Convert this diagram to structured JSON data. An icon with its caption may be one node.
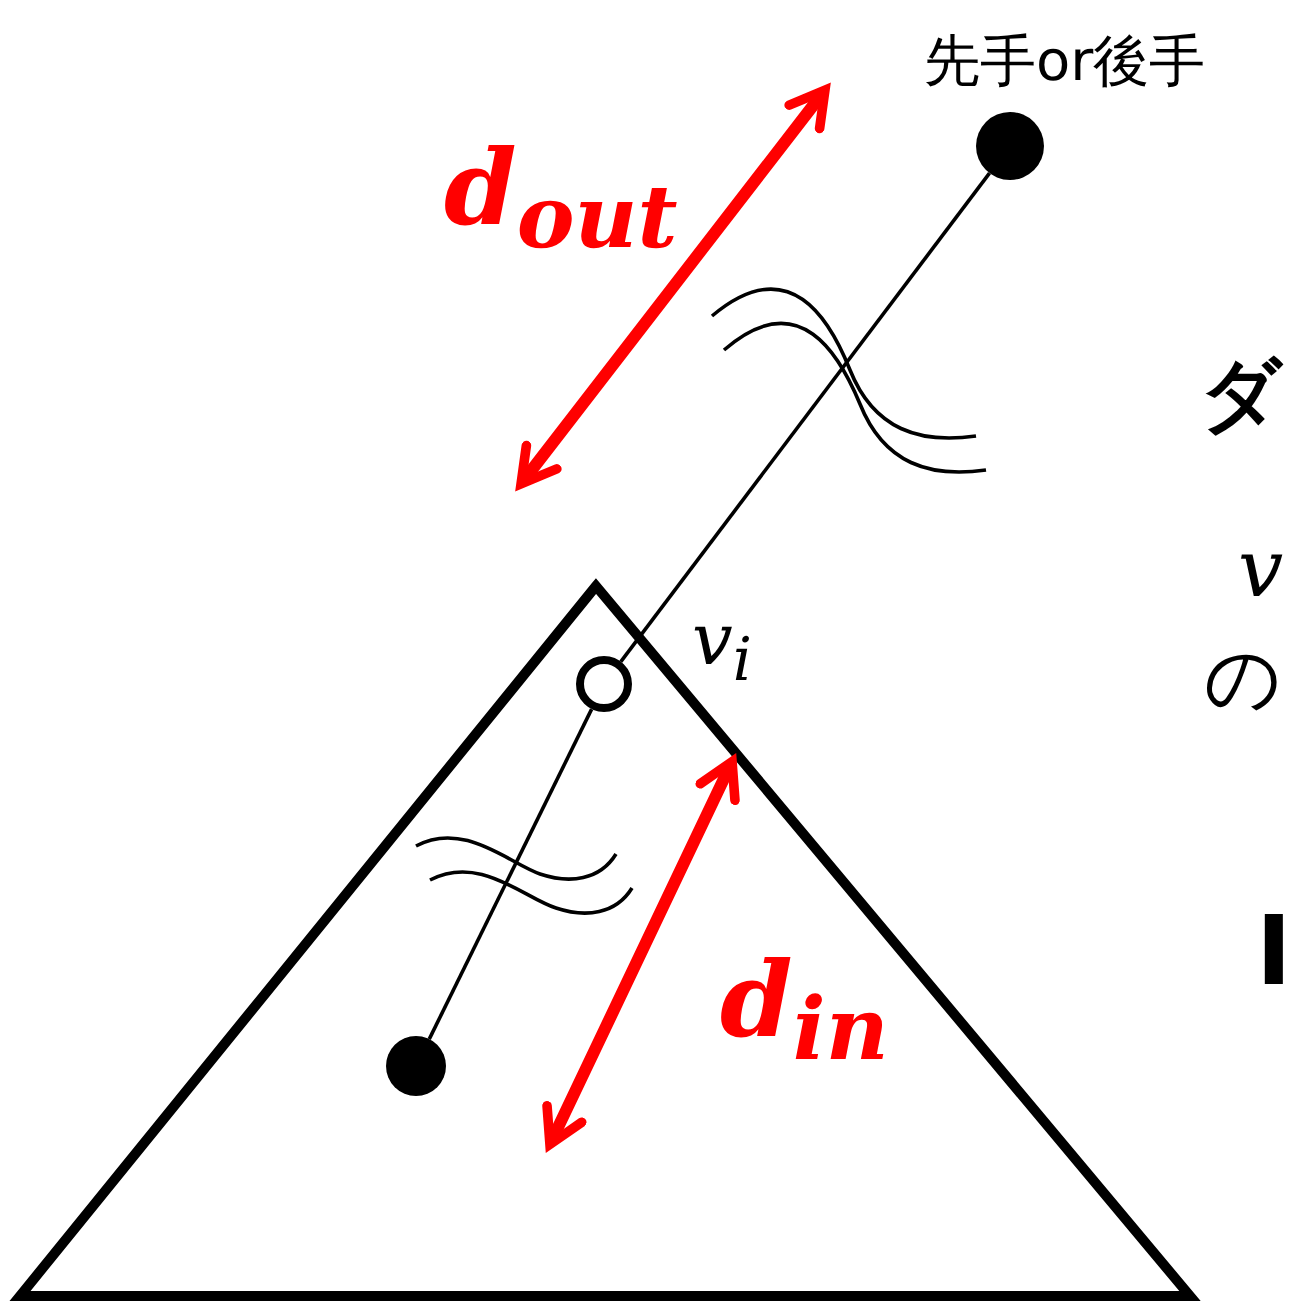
{
  "diagram": {
    "nodes": [
      {
        "text": [],
        "shape": "circle",
        "beside": [
          "先手or後手"
        ]
      },
      {
        "text": [],
        "shape": "circle",
        "beside": [
          "*v*$_{i}$"
        ]
      },
      {
        "text": [],
        "shape": "circle"
      }
    ],
    "edges": [
      {
        "from": 0,
        "to": 1,
        "arrow": "none"
      },
      {
        "from": 1,
        "to": 2,
        "arrow": "none"
      }
    ],
    "labels": [
      "d$_{out}$",
      "d$_{in}$",
      "ダ",
      "v",
      "の",
      "I"
    ]
  }
}
